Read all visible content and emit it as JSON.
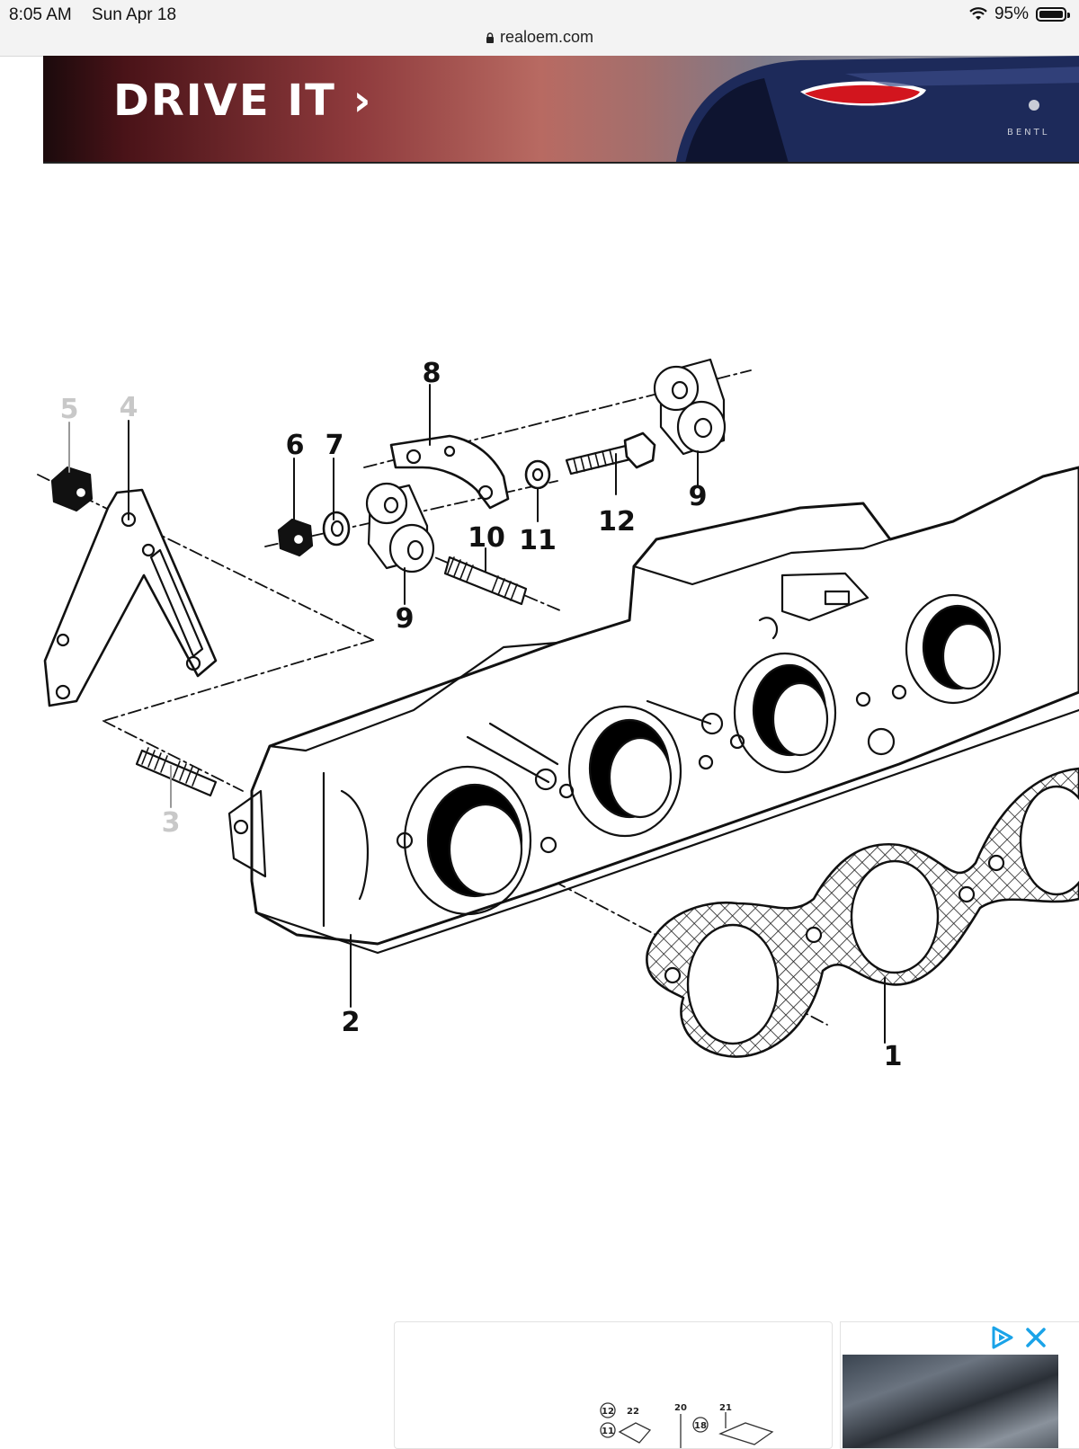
{
  "status_bar": {
    "time": "8:05 AM",
    "date": "Sun Apr 18",
    "battery": "95%",
    "url": "realoem.com"
  },
  "ad_banner": {
    "headline": "DRIVE IT",
    "chevron": "›",
    "badge_text": "BENTL"
  },
  "diagram": {
    "callouts": {
      "c1": "1",
      "c2": "2",
      "c3": "3",
      "c4": "4",
      "c5": "5",
      "c6": "6",
      "c7": "7",
      "c8": "8",
      "c9a": "9",
      "c9b": "9",
      "c10": "10",
      "c11": "11",
      "c12": "12"
    }
  },
  "bottom_card": {
    "labels": [
      "12",
      "22",
      "20",
      "21",
      "11",
      "18"
    ]
  },
  "colors": {
    "status_bar_bg": "#f3f3f3",
    "adchoices_blue": "#1aa3e8",
    "callout_faded": "#c8c8c8"
  },
  "icons": [
    "wifi-icon",
    "battery-icon",
    "lock-icon",
    "chevron-right-icon",
    "adchoices-icon",
    "close-icon"
  ]
}
